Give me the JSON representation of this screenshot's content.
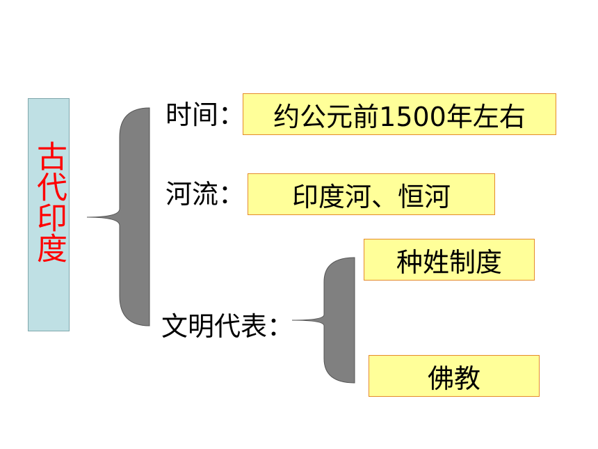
{
  "title": "古代印度",
  "rows": {
    "time": {
      "label": "时间：",
      "value": "约公元前1500年左右"
    },
    "river": {
      "label": "河流：",
      "value": "印度河、恒河"
    },
    "civilization": {
      "label": "文明代表：",
      "items": [
        "种姓制度",
        "佛教"
      ]
    }
  },
  "colors": {
    "title_text": "#ff0000",
    "title_box": "#bfe0e4",
    "value_box": "#ffff99",
    "value_border": "#e58a2a",
    "bracket": "#808080"
  }
}
